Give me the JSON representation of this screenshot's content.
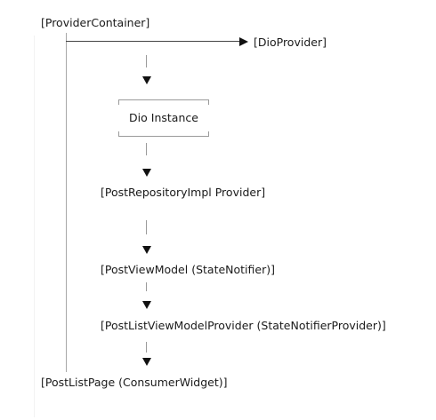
{
  "diagram": {
    "provider_container": "[ProviderContainer]",
    "dio_provider": "[DioProvider]",
    "dio_instance": "Dio Instance",
    "post_repository_impl_provider": "[PostRepositoryImpl Provider]",
    "post_view_model": "[PostViewModel (StateNotifier)]",
    "post_list_view_model_provider": "[PostListViewModelProvider (StateNotifierProvider)]",
    "post_list_page": "[PostListPage (ConsumerWidget)]"
  }
}
